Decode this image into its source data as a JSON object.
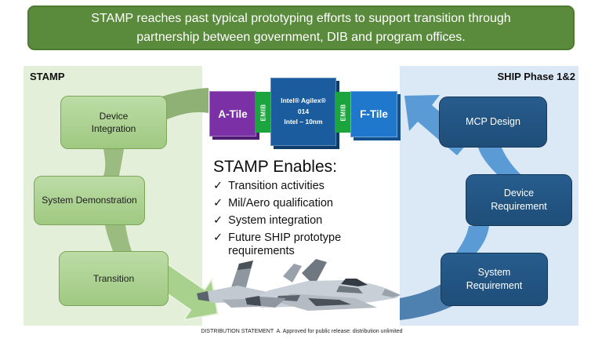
{
  "banner": {
    "text": "STAMP reaches past typical prototyping efforts to support transition through partnership between government, DIB and program offices."
  },
  "left_panel": {
    "title": "STAMP",
    "boxes": [
      {
        "label": "Device\nIntegration"
      },
      {
        "label": "System Demonstration"
      },
      {
        "label": "Transition"
      }
    ]
  },
  "right_panel": {
    "title": "SHIP Phase 1&2",
    "boxes": [
      {
        "label": "MCP Design"
      },
      {
        "label": "Device\nRequirement"
      },
      {
        "label": "System\nRequirement"
      }
    ]
  },
  "chip": {
    "a_tile": "A-Tile",
    "emib": "EMIB",
    "center_line1": "Intel® Agilex®",
    "center_line2": "014",
    "center_line3": "Intel – 10nm",
    "f_tile": "F-Tile"
  },
  "enables": {
    "title": "STAMP Enables:",
    "check": "✓",
    "items": [
      "Transition activities",
      "Mil/Aero qualification",
      "System integration",
      "Future SHIP prototype requirements"
    ]
  },
  "footer": {
    "text": "DISTRIBUTION STATEMENT  A. Approved for public release: distribution unlimited"
  },
  "colors": {
    "banner_green": "#5A8A3C",
    "left_panel_bg": "#E3EFD9",
    "right_panel_bg": "#DBE8F5",
    "green_box": "#A9D18E",
    "green_flow": "#8FB175",
    "navy_box": "#1F4E79",
    "blue_flow": "#5B9BD5",
    "blue_flow_dark": "#4E80B0",
    "a_tile_purple": "#7B30A6",
    "emib_green": "#1CA53E",
    "emib_yellow": "#F4E800",
    "center_blue": "#1A5C9E",
    "f_tile_blue": "#2078CC"
  }
}
